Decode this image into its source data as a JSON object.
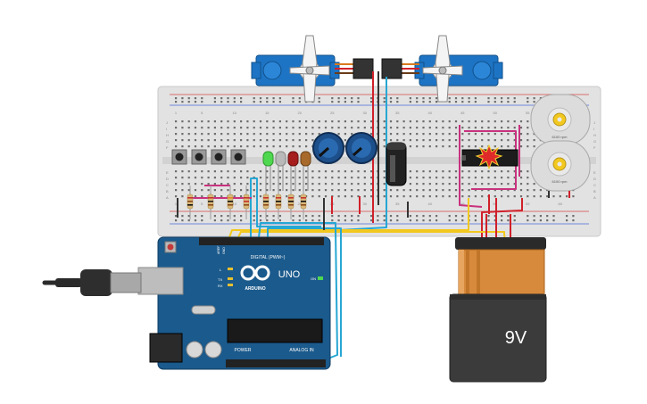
{
  "arduino": {
    "brand": "ARDUINO",
    "model": "UNO",
    "digital_header": "DIGITAL (PWM~)",
    "power_header": "POWER",
    "analog_header": "ANALOG IN",
    "on_label": "ON",
    "l_label": "L",
    "tx_label": "TX",
    "rx_label": "RX",
    "aref_label": "AREF",
    "gnd_label": "GND"
  },
  "battery": {
    "voltage": "9V"
  },
  "motors": [
    {
      "speed_label": "6100 rpm"
    },
    {
      "speed_label": "6100 rpm"
    }
  ],
  "breadboard": {
    "column_numbers": [
      "1",
      "5",
      "10",
      "15",
      "20",
      "25",
      "30",
      "35",
      "40",
      "45",
      "50",
      "55",
      "60"
    ],
    "row_letters_top": [
      "J",
      "I",
      "H",
      "G",
      "F"
    ],
    "row_letters_bottom": [
      "E",
      "D",
      "C",
      "B",
      "A"
    ]
  },
  "colors": {
    "breadboard": "#e4e4e4",
    "arduino_board": "#1b5a8c",
    "servo_body": "#1e74c4",
    "battery_body": "#3b3b3b",
    "battery_top": "#d88a3c",
    "wire_yellow": "#f2c81e",
    "wire_cyan": "#27a7d3",
    "wire_red": "#d0202a",
    "wire_magenta": "#c8327e",
    "wire_black": "#333333",
    "led_green": "#4fd84f",
    "led_red": "#a51d1d",
    "led_brown": "#a86a2a"
  },
  "icons": {
    "arduino_logo": "infinity-logo-icon",
    "motor_gear": "gear-icon",
    "usb_cable": "usb-plug-icon"
  }
}
